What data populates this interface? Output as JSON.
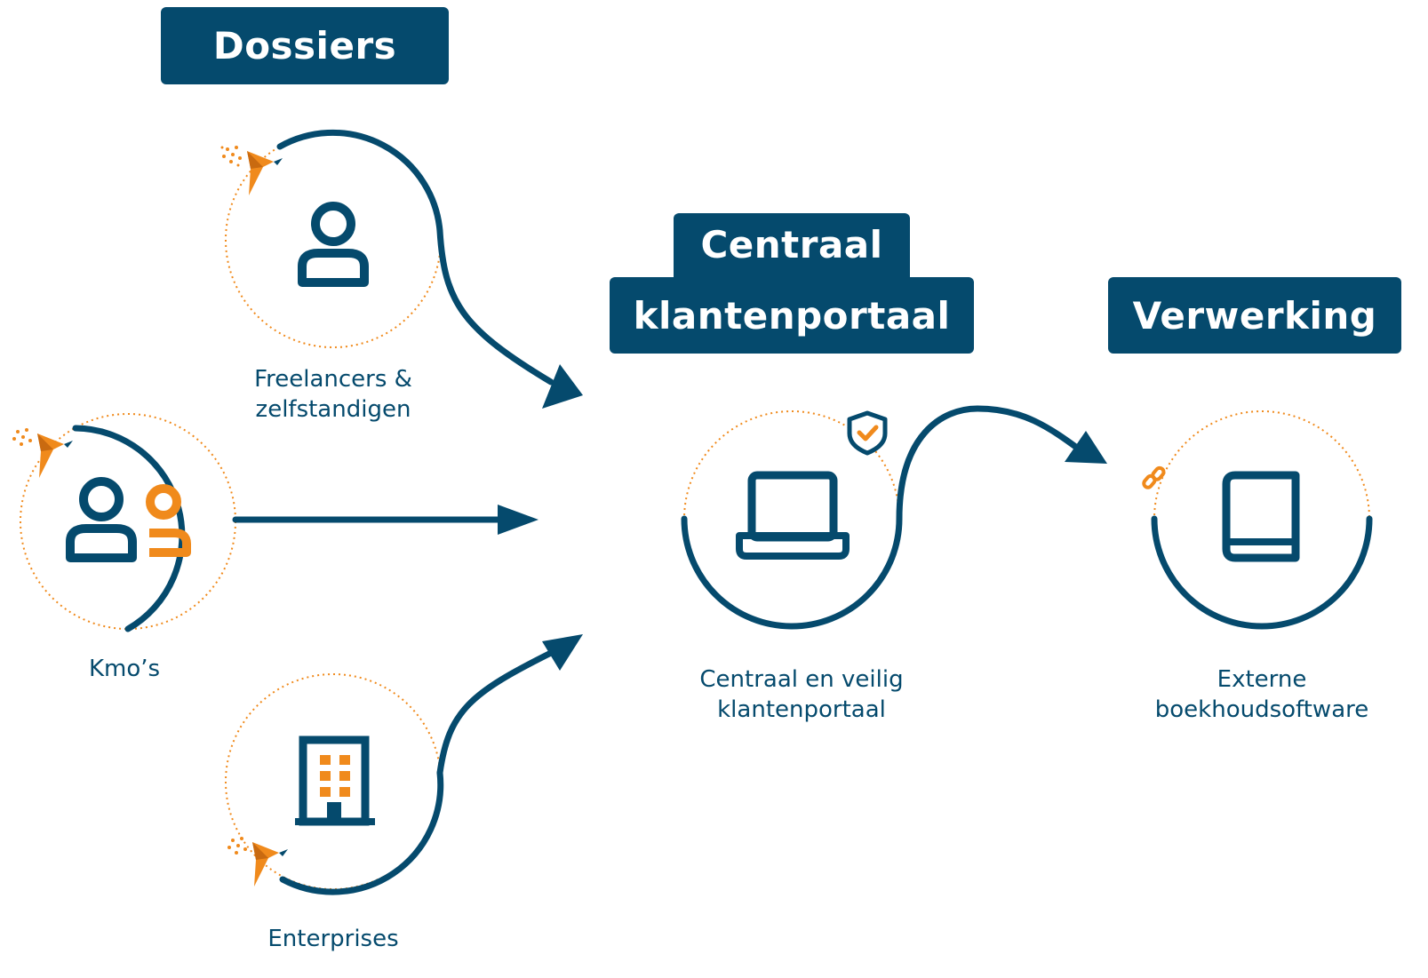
{
  "headers": {
    "dossiers": "Dossiers",
    "centraal_line1": "Centraal",
    "centraal_line2": "klantenportaal",
    "verwerking": "Verwerking"
  },
  "nodes": {
    "freelancers": {
      "line1": "Freelancers &",
      "line2": "zelfstandigen",
      "icon": "person-icon"
    },
    "kmos": {
      "label": "Kmo’s",
      "icon": "people-icon"
    },
    "enterprises": {
      "label": "Enterprises",
      "icon": "building-icon"
    },
    "portal": {
      "line1": "Centraal en veilig",
      "line2": "klantenportaal",
      "icon": "laptop-icon",
      "badge": "shield-check-icon"
    },
    "software": {
      "line1": "Externe",
      "line2": "boekhoudsoftware",
      "icon": "book-icon",
      "badge": "link-icon"
    }
  },
  "colors": {
    "navy": "#054a6d",
    "orange": "#f08a1c",
    "white": "#ffffff"
  }
}
